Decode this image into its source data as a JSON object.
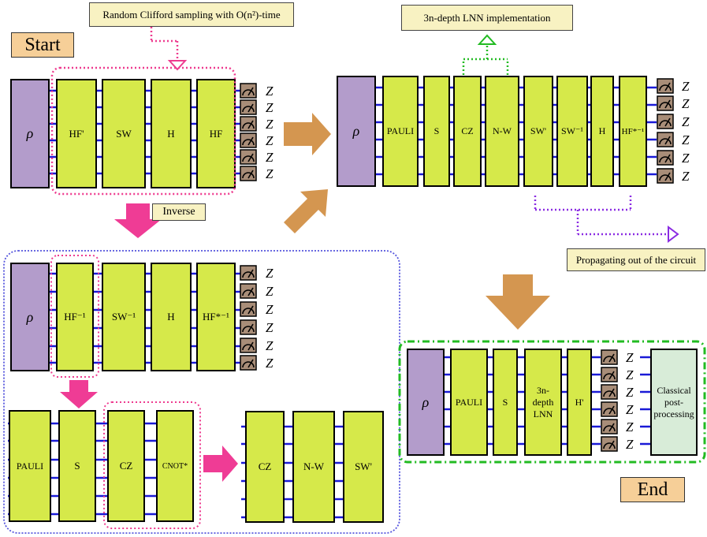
{
  "labels": {
    "start": "Start",
    "end": "End",
    "sampling_note": "Random Clifford sampling with O(n²)-time",
    "lnn_note": "3n-depth LNN implementation",
    "propagate_note": "Propagating out of the circuit",
    "inverse": "Inverse",
    "rho": "ρ",
    "z": "Z"
  },
  "circuit_start": {
    "gates": [
      "HF'",
      "SW",
      "H",
      "HF"
    ]
  },
  "circuit_inverse": {
    "gates": [
      "HF⁻¹",
      "SW⁻¹",
      "H",
      "HF*⁻¹"
    ]
  },
  "circuit_decomp": {
    "gates": [
      "PAULI",
      "S",
      "CZ",
      "CNOT*"
    ]
  },
  "circuit_reduced": {
    "gates": [
      "CZ",
      "N-W",
      "SW'"
    ]
  },
  "circuit_full": {
    "gates": [
      "PAULI",
      "S",
      "CZ",
      "N-W",
      "SW'",
      "SW⁻¹",
      "H",
      "HF*⁻¹"
    ]
  },
  "circuit_end": {
    "gates": [
      "PAULI",
      "S",
      "3n-depth LNN",
      "H'"
    ],
    "post": "Classical post-processing"
  },
  "colors": {
    "gate_fill": "#d6e94a",
    "rho_fill": "#b39ccb",
    "meter_fill": "#a88d78",
    "wire": "#1a1ad6",
    "arrow": "#d49650",
    "pink_arrow": "#ef3c95",
    "pink_dot": "#ee3b8f",
    "green_dot": "#22bb22",
    "purple_dot": "#8a2be2",
    "blue_dot": "#5555dd",
    "post_fill": "#d8ecd8"
  }
}
